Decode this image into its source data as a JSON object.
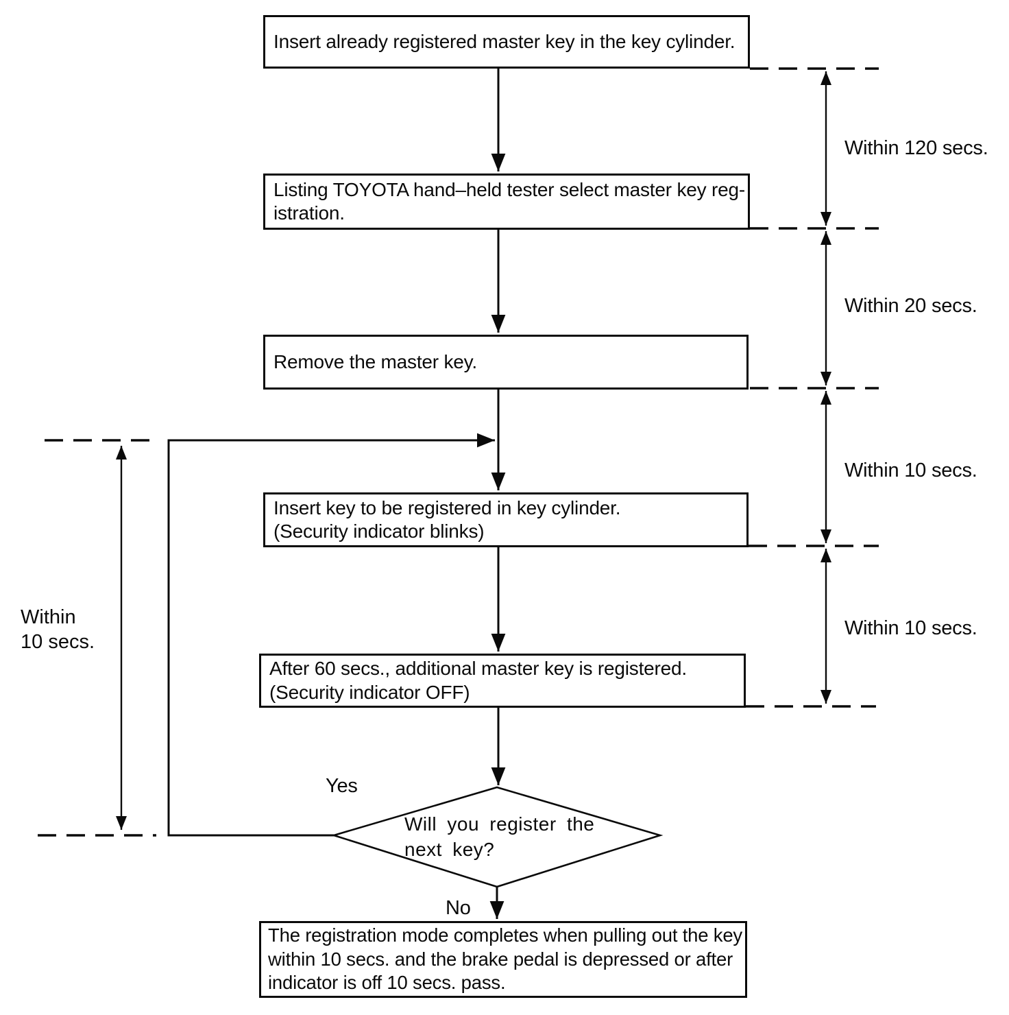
{
  "flowchart": {
    "steps": [
      {
        "lines": [
          "Insert already registered master key in the key cylinder."
        ]
      },
      {
        "lines": [
          "Listing TOYOTA hand–held tester select master key reg-",
          "istration."
        ]
      },
      {
        "lines": [
          "Remove the master key."
        ]
      },
      {
        "lines": [
          "Insert key to be registered in key cylinder.",
          "(Security indicator blinks)"
        ]
      },
      {
        "lines": [
          "After 60 secs., additional master key is registered.",
          "(Security indicator OFF)"
        ]
      }
    ],
    "decision": {
      "lines": [
        "Will you register the",
        "next key?"
      ],
      "yes_label": "Yes",
      "no_label": "No"
    },
    "terminal": {
      "lines": [
        "The registration mode completes when pulling out the key",
        "within 10 secs. and the brake pedal is depressed or after",
        "indicator is off 10 secs. pass."
      ]
    },
    "timing_right": [
      {
        "label": "Within 120 secs."
      },
      {
        "label": "Within 20 secs."
      },
      {
        "label": "Within 10 secs."
      },
      {
        "label": "Within 10 secs."
      }
    ],
    "timing_left": {
      "lines": [
        "Within",
        "10 secs."
      ]
    },
    "colors": {
      "line": "#0a0a0a",
      "background": "#ffffff",
      "text": "#0a0a0a"
    }
  }
}
